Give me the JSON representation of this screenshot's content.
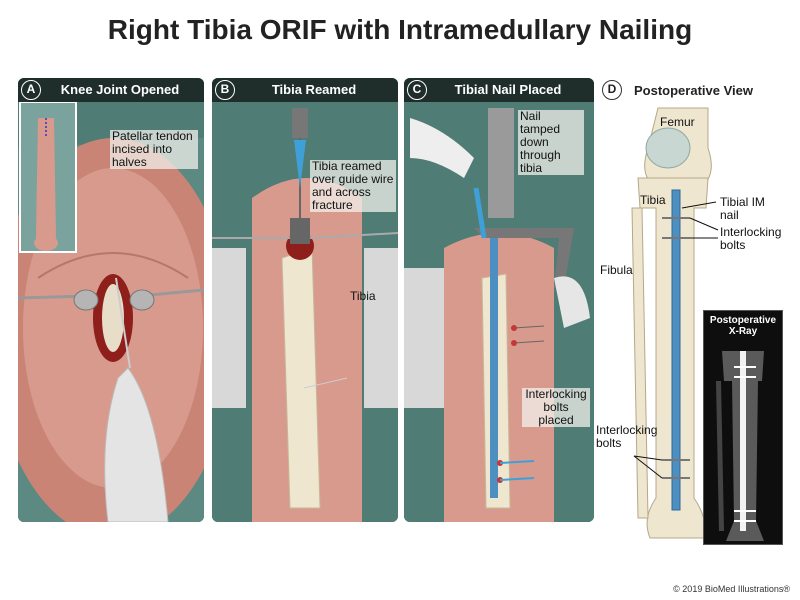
{
  "title": "Right Tibia ORIF with Intramedullary Nailing",
  "panels": [
    {
      "letter": "A",
      "heading": "Knee Joint Opened",
      "labels": {
        "patellar_tendon": "Patellar tendon incised into halves"
      }
    },
    {
      "letter": "B",
      "heading": "Tibia Reamed",
      "labels": {
        "reamed": "Tibia reamed over guide wire and across fracture",
        "tibia": "Tibia"
      }
    },
    {
      "letter": "C",
      "heading": "Tibial Nail Placed",
      "labels": {
        "nail_tamped": "Nail tamped down through tibia",
        "interlocking_placed": "Interlocking bolts placed"
      }
    },
    {
      "letter": "D",
      "heading": "Postoperative View",
      "labels": {
        "femur": "Femur",
        "tibia": "Tibia",
        "tibial_im_nail": "Tibial IM nail",
        "interlocking_bolts_top": "Interlocking bolts",
        "fibula": "Fibula",
        "interlocking_bolts_bottom": "Interlocking bolts",
        "xray_title": "Postoperative X-Ray"
      }
    }
  ],
  "copyright": "© 2019 BioMed Illustrations®",
  "colors": {
    "header_bg": "#1f2d2b",
    "drape": "#4f7c75",
    "skin": "#d99a8e",
    "bone": "#efe6cf",
    "nail": "#4d8fc0"
  }
}
